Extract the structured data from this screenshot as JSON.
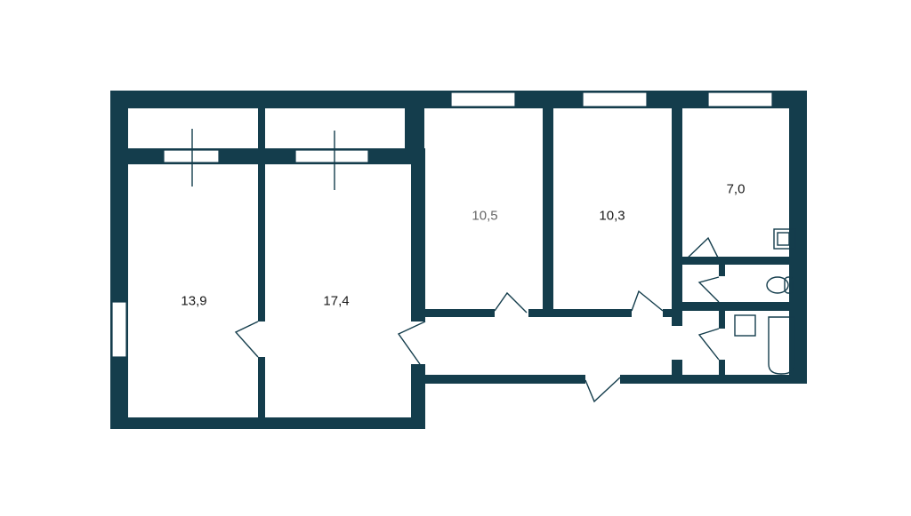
{
  "rooms": [
    {
      "id": "room-1",
      "area": "13,9"
    },
    {
      "id": "room-2",
      "area": "17,4"
    },
    {
      "id": "room-3",
      "area": "10,5"
    },
    {
      "id": "room-4",
      "area": "10,3"
    },
    {
      "id": "kitchen",
      "area": "7,0"
    }
  ],
  "colors": {
    "wall": "#143d4c"
  }
}
